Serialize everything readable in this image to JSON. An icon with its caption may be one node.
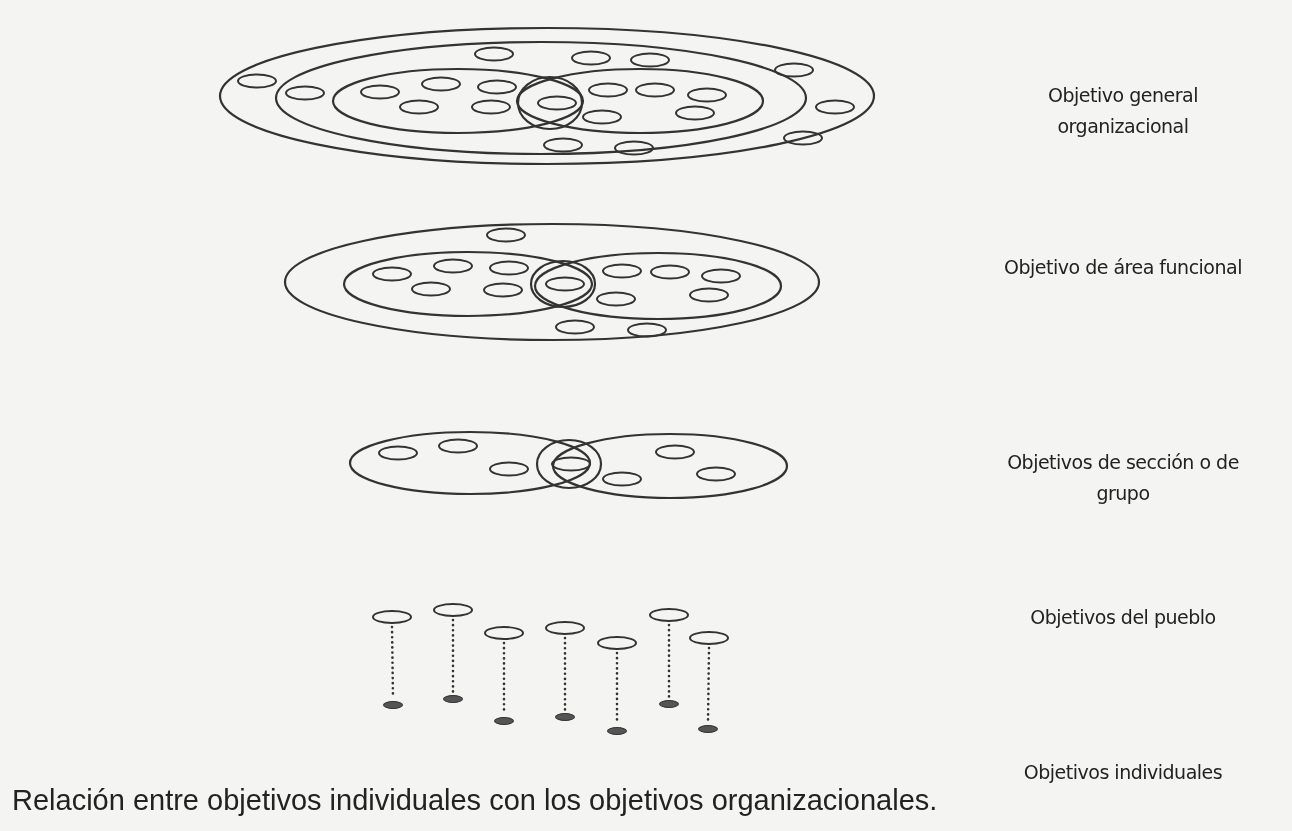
{
  "diagram": {
    "caption": "Relación entre objetivos individuales con los objetivos organizacionales.",
    "nodes": [
      {
        "text": [],
        "shape": "ellipse"
      },
      {
        "text": [],
        "shape": "ellipse"
      },
      {
        "text": [],
        "shape": "ellipse"
      },
      {
        "text": [],
        "shape": "ellipse"
      },
      {
        "text": [],
        "shape": "ellipse"
      },
      {
        "text": [],
        "shape": "ellipse"
      },
      {
        "text": [],
        "shape": "ellipse"
      },
      {
        "text": [],
        "shape": "dot"
      },
      {
        "text": [],
        "shape": "dot"
      },
      {
        "text": [],
        "shape": "dot"
      },
      {
        "text": [],
        "shape": "dot"
      },
      {
        "text": [],
        "shape": "dot"
      },
      {
        "text": [],
        "shape": "dot"
      },
      {
        "text": [],
        "shape": "dot"
      }
    ],
    "edges": [
      {
        "from": 0,
        "to": 7,
        "arrow": "none",
        "style": "dashed"
      },
      {
        "from": 1,
        "to": 8,
        "arrow": "none",
        "style": "dashed"
      },
      {
        "from": 2,
        "to": 9,
        "arrow": "none",
        "style": "dashed"
      },
      {
        "from": 3,
        "to": 10,
        "arrow": "none",
        "style": "dashed"
      },
      {
        "from": 4,
        "to": 11,
        "arrow": "none",
        "style": "dashed"
      },
      {
        "from": 5,
        "to": 12,
        "arrow": "none",
        "style": "dashed"
      },
      {
        "from": 6,
        "to": 13,
        "arrow": "none",
        "style": "dashed"
      }
    ],
    "labels": [
      "Objetivo general organizacional",
      "Objetivo de área funcional",
      "Objetivos de sección o de grupo",
      "Objetivos del pueblo",
      "Objetivos individuales"
    ]
  }
}
